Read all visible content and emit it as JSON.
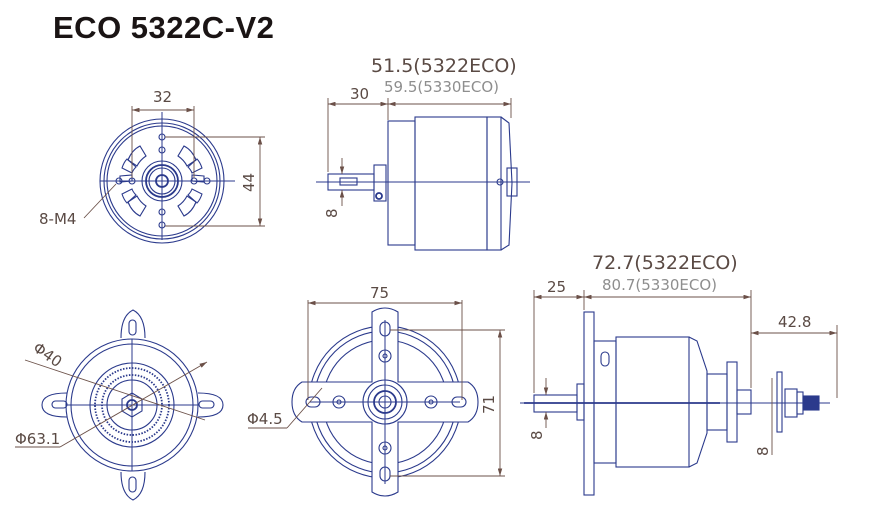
{
  "title": "ECO 5322C-V2",
  "colors": {
    "part_line": "#2b3a8c",
    "dimension_line": "#6b5048",
    "dimension_text": "#5a4a44",
    "secondary_text": "#8e8e8e",
    "title_text": "#1a1414"
  },
  "views": {
    "front_top_left": {
      "width_dim": "32",
      "height_dim": "44",
      "hole_label": "8-M4"
    },
    "side_top": {
      "length_primary": "51.5(5322ECO)",
      "length_secondary": "59.5(5330ECO)",
      "shaft_length": "30",
      "shaft_dia": "8"
    },
    "rear_bottom_left": {
      "inner_dia": "Φ40",
      "outer_dia": "Φ63.1"
    },
    "mount_front_bottom_middle": {
      "width_dim": "75",
      "height_dim": "71",
      "hole_dia": "Φ4.5"
    },
    "side_bottom_right": {
      "length_primary": "72.7(5322ECO)",
      "length_secondary": "80.7(5330ECO)",
      "shaft_length": "25",
      "prop_adapter_length": "42.8",
      "shaft_dia_left": "8",
      "shaft_dia_right": "8"
    }
  }
}
